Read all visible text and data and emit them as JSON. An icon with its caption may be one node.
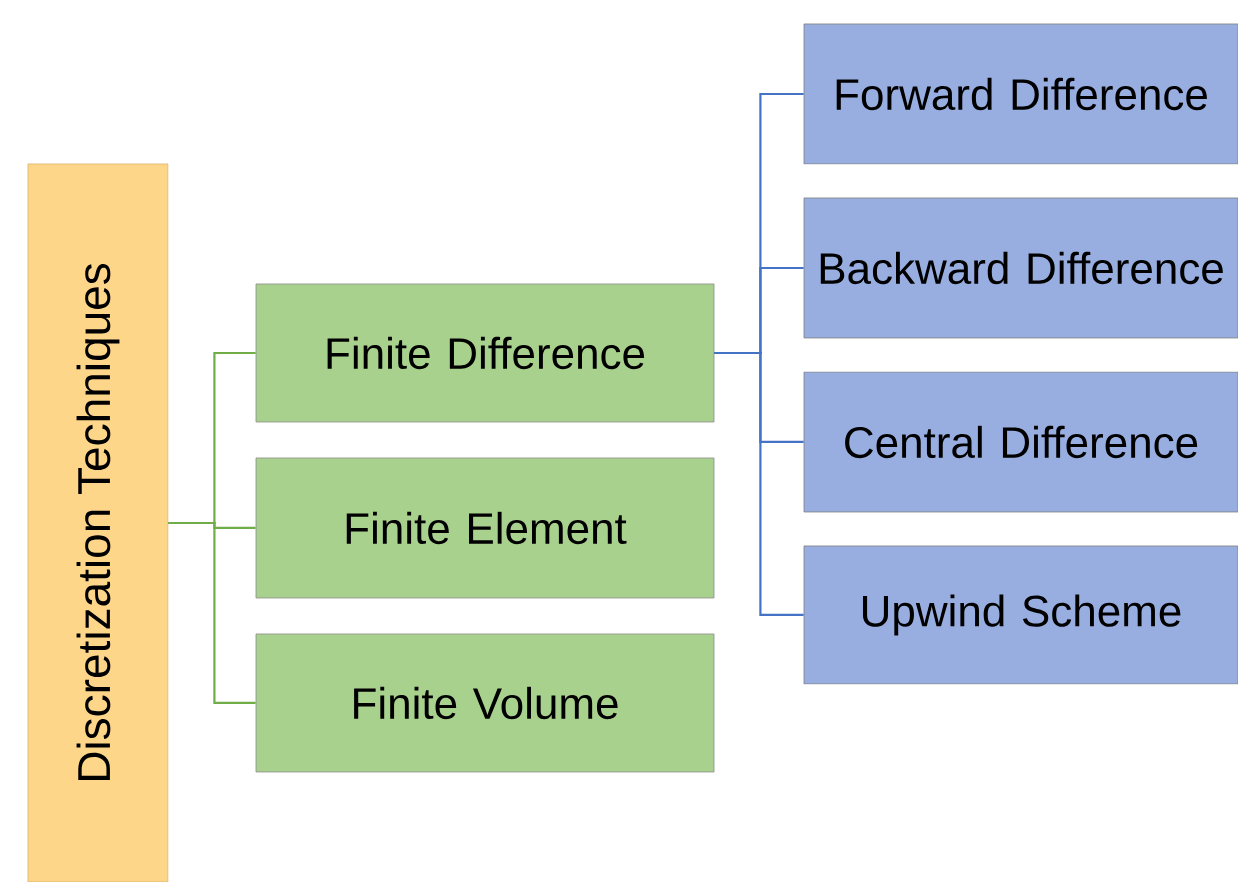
{
  "diagram": {
    "nodes": [
      {
        "text": [
          "Discretization Techniques"
        ]
      },
      {
        "text": [
          "Finite Difference"
        ]
      },
      {
        "text": [
          "Finite Element"
        ]
      },
      {
        "text": [
          "Finite Volume"
        ]
      },
      {
        "text": [
          "Forward Difference"
        ]
      },
      {
        "text": [
          "Backward Difference"
        ]
      },
      {
        "text": [
          "Central Difference"
        ]
      },
      {
        "text": [
          "Upwind Scheme"
        ]
      }
    ],
    "edges": [
      {
        "from": 0,
        "to": 1,
        "arrow": "none",
        "color": "#70ad47"
      },
      {
        "from": 0,
        "to": 2,
        "arrow": "none",
        "color": "#70ad47"
      },
      {
        "from": 0,
        "to": 3,
        "arrow": "none",
        "color": "#70ad47"
      },
      {
        "from": 1,
        "to": 4,
        "arrow": "none"
      },
      {
        "from": 1,
        "to": 5,
        "arrow": "none"
      },
      {
        "from": 1,
        "to": 6,
        "arrow": "none"
      },
      {
        "from": 1,
        "to": 7,
        "arrow": "none"
      }
    ]
  }
}
